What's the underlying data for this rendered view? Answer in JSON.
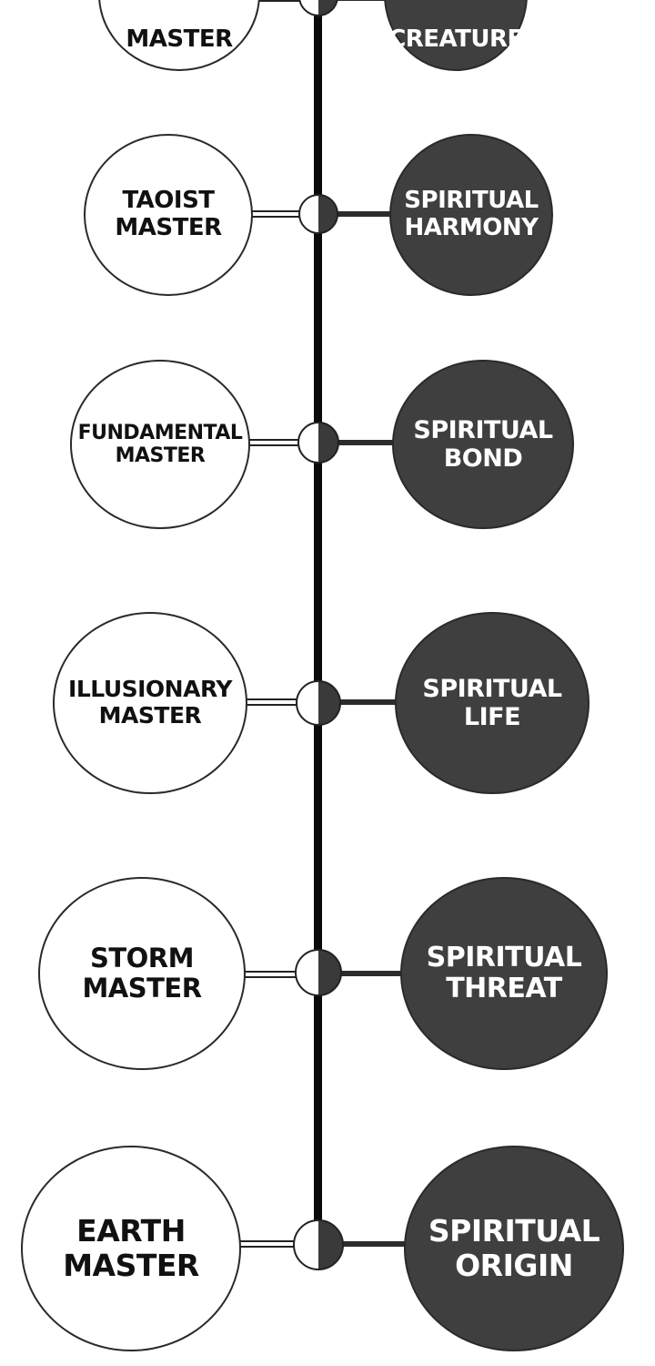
{
  "diagram": {
    "colors": {
      "spine": "#0a0a0a",
      "rank_fill": "#ffffff",
      "realm_fill": "#3f3f3f",
      "outline": "#2a2a2a"
    },
    "rows": [
      {
        "rank": "MASTER",
        "realm": "CREATURE"
      },
      {
        "rank": "TAOIST\nMASTER",
        "realm": "SPIRITUAL\nHARMONY"
      },
      {
        "rank": "FUNDAMENTAL\nMASTER",
        "realm": "SPIRITUAL\nBOND"
      },
      {
        "rank": "ILLUSIONARY\nMASTER",
        "realm": "SPIRITUAL\nLIFE"
      },
      {
        "rank": "STORM\nMASTER",
        "realm": "SPIRITUAL\nTHREAT"
      },
      {
        "rank": "EARTH\nMASTER",
        "realm": "SPIRITUAL\nORIGIN"
      }
    ]
  }
}
